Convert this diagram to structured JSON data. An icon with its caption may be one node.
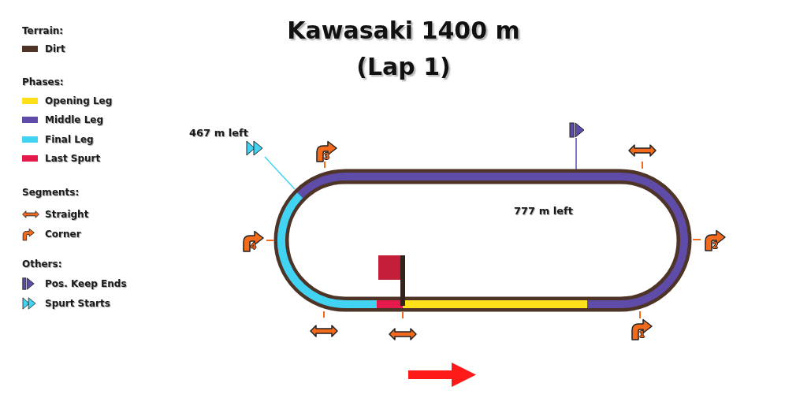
{
  "diagram": {
    "title": "Kawasaki 1400 m (Lap 1)",
    "nodes": [
      {
        "text": [
          "467 m left"
        ]
      },
      {
        "text": [],
        "shape": "flag"
      }
    ],
    "edges": [
      {
        "from": 0,
        "to": null,
        "arrow": "none",
        "color": "#42d3f3"
      },
      {
        "from": 1,
        "to": null,
        "arrow": "none",
        "color": "#5f4ba8"
      }
    ],
    "labels": [
      "Terrain:",
      "Phases:",
      "Segments:",
      "Others:",
      "3",
      "777 m left",
      "4",
      "2",
      "1"
    ],
    "legend": [
      {
        "text": "Dirt",
        "color": "#4d3427"
      },
      {
        "text": "Opening Leg",
        "color": "#ffe01a"
      },
      {
        "text": "Middle Leg",
        "color": "#5f4ba8"
      },
      {
        "text": "Final Leg",
        "color": "#42d3f3"
      },
      {
        "text": "Last Spurt",
        "color": "#e5194b"
      },
      {
        "text": "Straight"
      },
      {
        "text": "Corner"
      },
      {
        "text": "Pos. Keep Ends"
      },
      {
        "text": "Spurt Starts"
      }
    ]
  }
}
